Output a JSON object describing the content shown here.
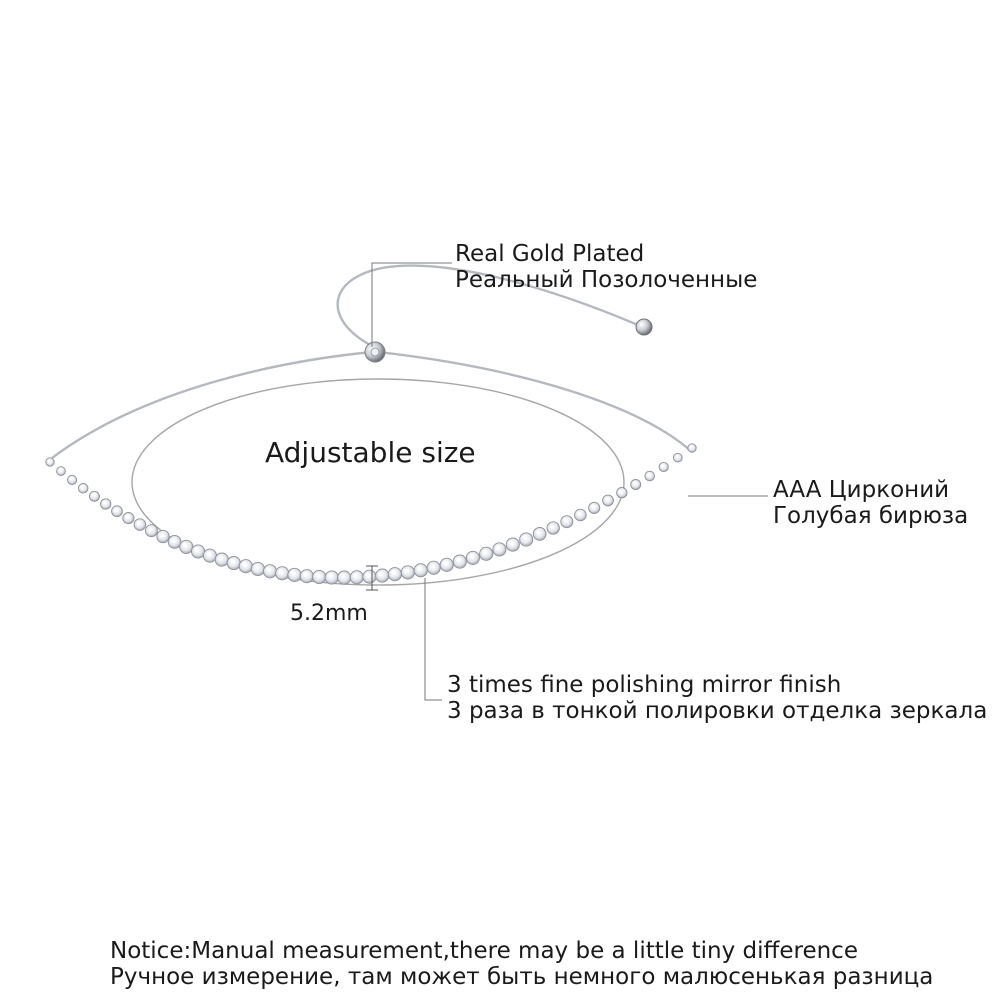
{
  "callouts": {
    "gold_plated": {
      "en": "Real Gold Plated",
      "ru": "Реальный Позолоченные"
    },
    "adjustable": "Adjustable size",
    "zircon": {
      "line1": "AAA Цирконий",
      "line2": "Голубая бирюза"
    },
    "width": "5.2mm",
    "polishing": {
      "en": "3 times fine polishing mirror finish",
      "ru": "3 раза в тонкой полировки отделка зеркала"
    }
  },
  "notice": {
    "en": "Notice:Manual measurement,there may be a little tiny difference",
    "ru": "Ручное измерение, там может быть немного малюсенькая разница"
  },
  "colors": {
    "silver": "#b8bcc4",
    "stone": "#eef0f4",
    "outline": "#999999"
  }
}
